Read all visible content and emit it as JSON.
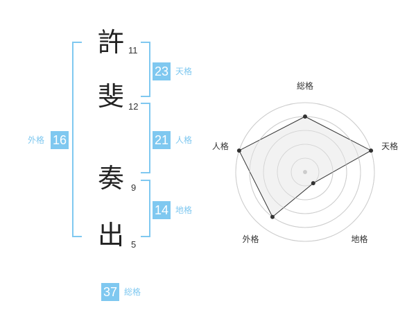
{
  "name": {
    "chars": [
      {
        "char": "許",
        "strokes": "11"
      },
      {
        "char": "斐",
        "strokes": "12"
      },
      {
        "char": "奏",
        "strokes": "9"
      },
      {
        "char": "出",
        "strokes": "5"
      }
    ]
  },
  "scores": {
    "tenkaku": {
      "value": "23",
      "label": "天格"
    },
    "jinkaku": {
      "value": "21",
      "label": "人格"
    },
    "chikaku": {
      "value": "14",
      "label": "地格"
    },
    "gaikaku": {
      "value": "16",
      "label": "外格"
    },
    "soukaku": {
      "value": "37",
      "label": "総格"
    }
  },
  "chart_data": {
    "type": "radar",
    "axes": [
      "総格",
      "天格",
      "地格",
      "外格",
      "人格"
    ],
    "levels": 5,
    "values": [
      4,
      5,
      1,
      4,
      5
    ],
    "max": 5,
    "grid": true,
    "colors": {
      "fill": "#f0f0f0",
      "stroke": "#333333",
      "grid": "#cccccc",
      "center": "#cccccc"
    }
  }
}
